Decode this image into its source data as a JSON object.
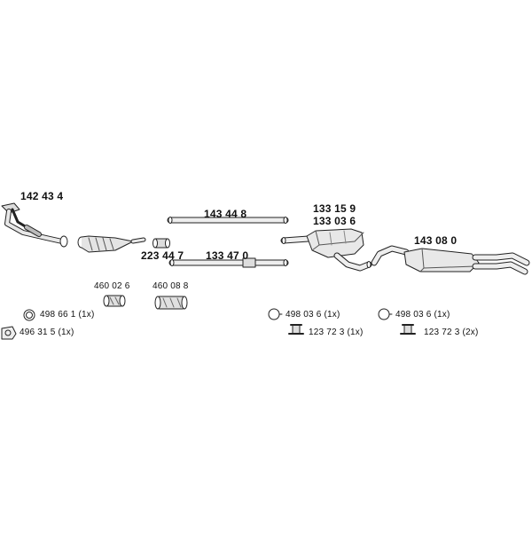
{
  "parts": {
    "front_pipe": "142 43 4",
    "catalyst_pipe": "223 44 7",
    "straight_pipe_upper": "143 44 8",
    "straight_pipe_lower": "133 47 0",
    "middle_silencer_a": "133 15 9",
    "middle_silencer_b": "133 03 6",
    "rear_silencer": "143 08 0"
  },
  "accessories": {
    "clamp_a": "460 02 6",
    "clamp_b": "460 08 8",
    "ring": "498 66 1 (1x)",
    "gasket": "496 31 5 (1x)",
    "ring_mid": "498 03 6 (1x)",
    "hanger_mid": "123 72 3 (1x)",
    "ring_rear": "498 03 6 (1x)",
    "hanger_rear": "123 72 3 (2x)"
  }
}
